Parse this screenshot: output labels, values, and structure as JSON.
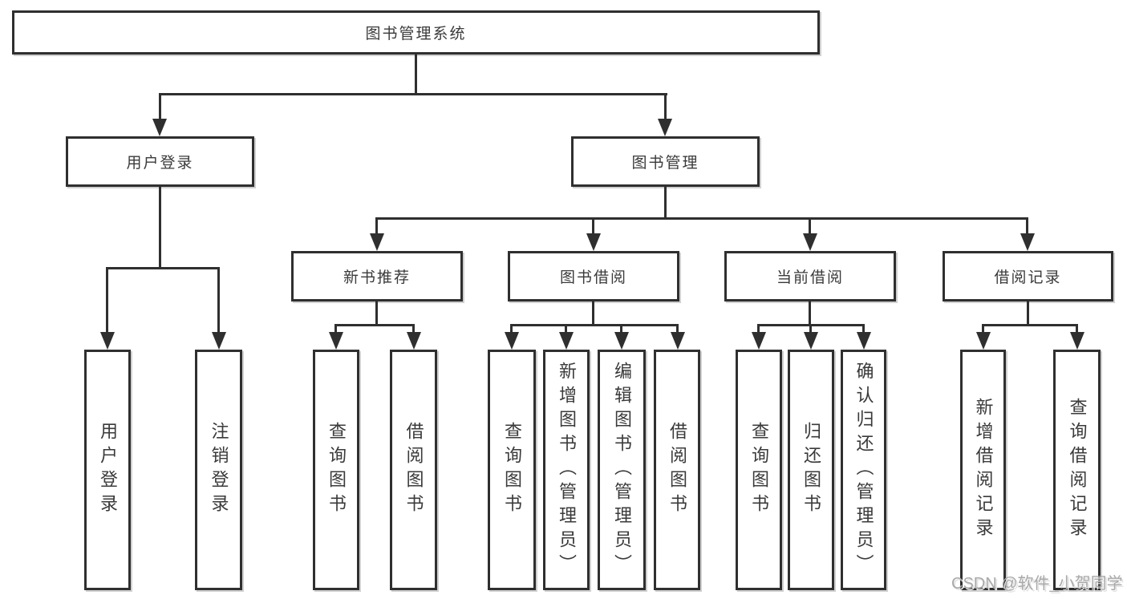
{
  "diagram": {
    "root": {
      "label": "图书管理系统"
    },
    "level2": {
      "user_login": {
        "label": "用户登录",
        "children": [
          {
            "label": "用户登录"
          },
          {
            "label": "注销登录"
          }
        ]
      },
      "book_management": {
        "label": "图书管理"
      }
    },
    "level3": [
      {
        "label": "新书推荐",
        "children": [
          {
            "label": "查询图书"
          },
          {
            "label": "借阅图书"
          }
        ]
      },
      {
        "label": "图书借阅",
        "children": [
          {
            "label": "查询图书"
          },
          {
            "label": "新增图书（管理员）"
          },
          {
            "label": "编辑图书（管理员）"
          },
          {
            "label": "借阅图书"
          }
        ]
      },
      {
        "label": "当前借阅",
        "children": [
          {
            "label": "查询图书"
          },
          {
            "label": "归还图书"
          },
          {
            "label": "确认归还（管理员）"
          }
        ]
      },
      {
        "label": "借阅记录",
        "children": [
          {
            "label": "新增借阅记录"
          },
          {
            "label": "查询借阅记录"
          }
        ]
      }
    ]
  },
  "watermark": {
    "text": "CSDN @软件_小贺同学"
  },
  "colors": {
    "line": "#2f2f2f",
    "text": "#3a3a3a",
    "background": "#ffffff",
    "watermark": "#a9a9a9"
  }
}
